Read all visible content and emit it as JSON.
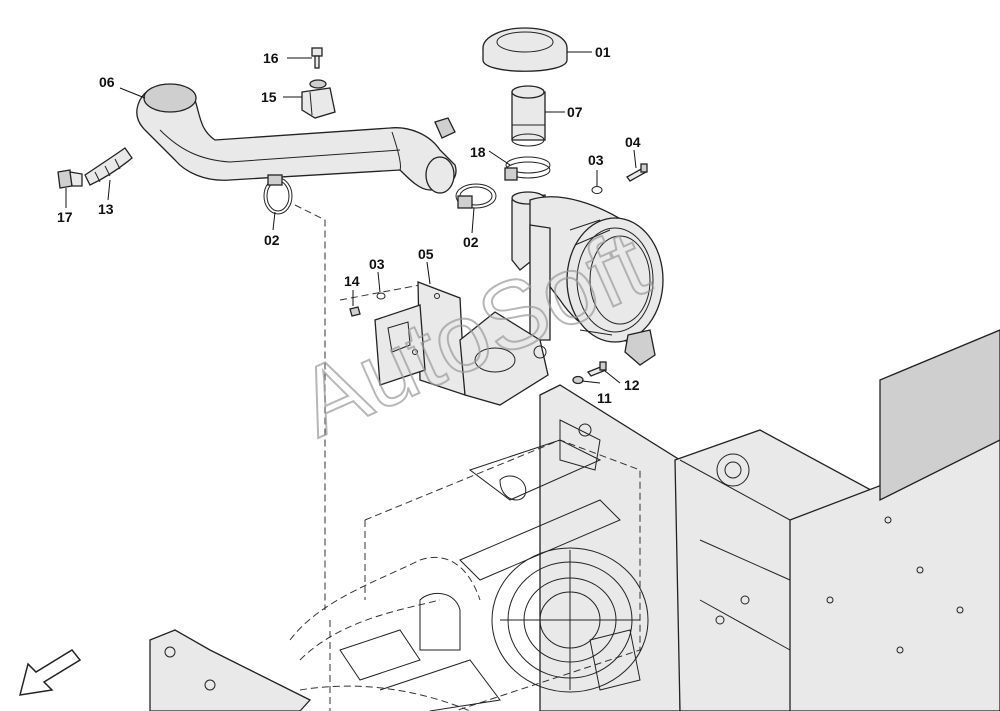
{
  "callouts": {
    "c01": "01",
    "c02a": "02",
    "c02b": "02",
    "c03a": "03",
    "c03b": "03",
    "c04": "04",
    "c05": "05",
    "c06": "06",
    "c07": "07",
    "c11": "11",
    "c12": "12",
    "c13": "13",
    "c14": "14",
    "c15": "15",
    "c16": "16",
    "c17": "17",
    "c18": "18"
  },
  "watermark": "AutoSoft",
  "icons": {
    "direction": "arrow-down-left-icon"
  }
}
